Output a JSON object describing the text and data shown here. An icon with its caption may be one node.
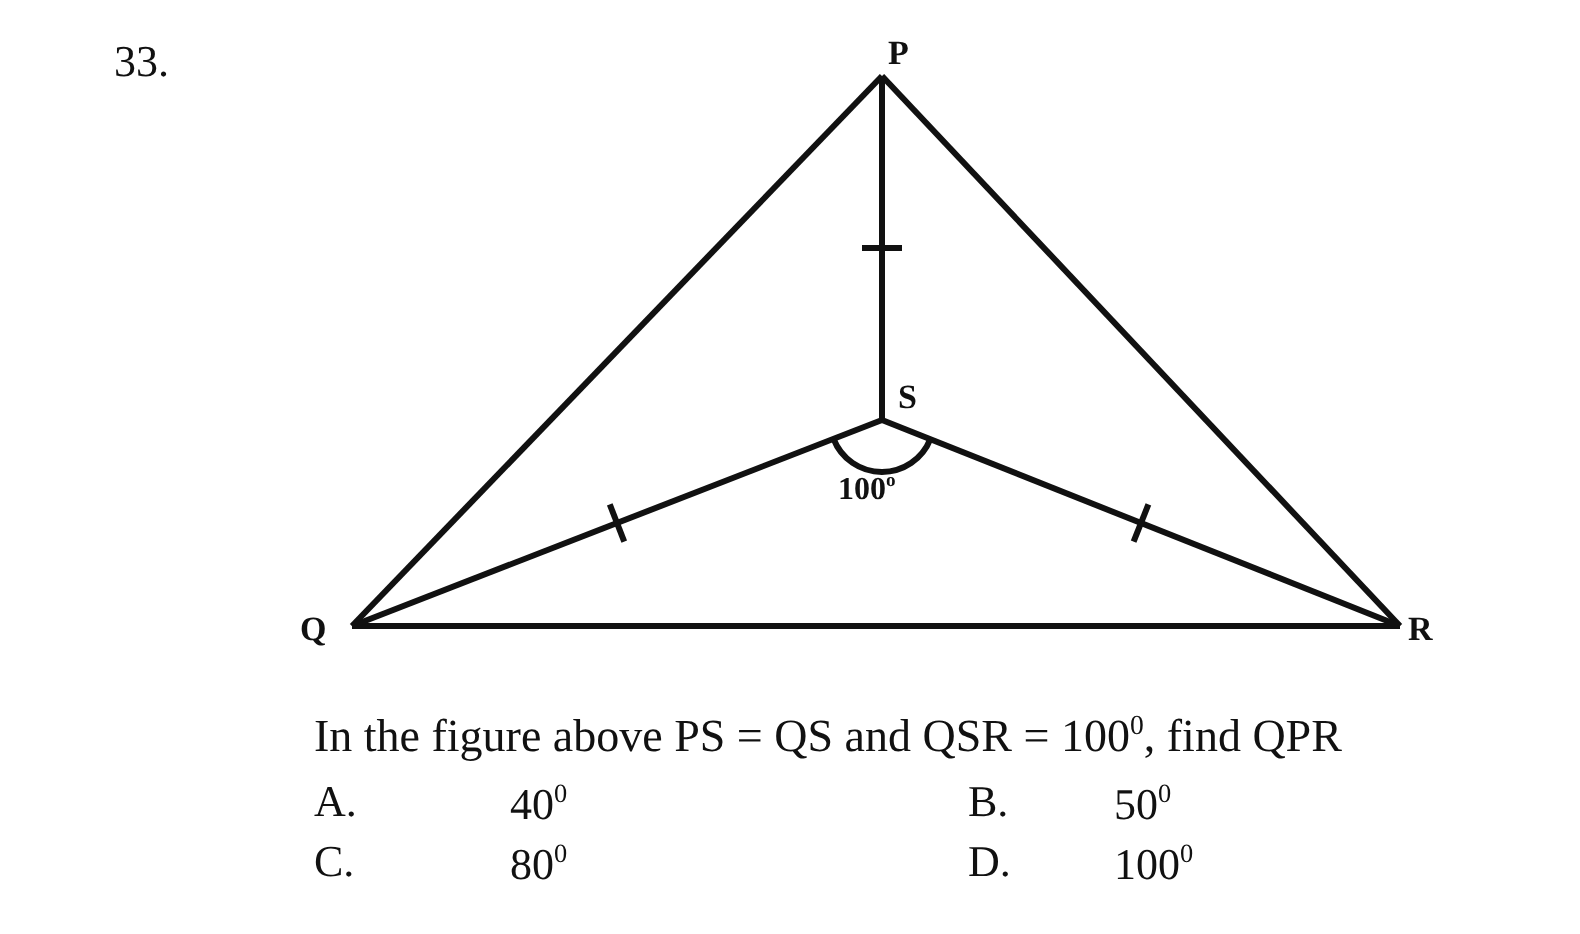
{
  "diagram": {
    "nodes": [
      {
        "text": [
          "P"
        ]
      },
      {
        "text": [
          "S"
        ]
      },
      {
        "text": [
          "Q"
        ]
      },
      {
        "text": [
          "R"
        ]
      }
    ],
    "edges": [
      {
        "from": 0,
        "to": 2,
        "arrow": "none"
      },
      {
        "from": 0,
        "to": 3,
        "arrow": "none"
      },
      {
        "from": 2,
        "to": 3,
        "arrow": "none"
      },
      {
        "from": 0,
        "to": 1,
        "arrow": "none"
      },
      {
        "from": 2,
        "to": 1,
        "arrow": "none"
      },
      {
        "from": 3,
        "to": 1,
        "arrow": "none"
      }
    ],
    "labels": [
      "33.",
      "100$^{o}$",
      "In the figure above PS = QS and QSR = 100$^{0}$, find QPR",
      "A.",
      "40$^{0}$",
      "B.",
      "50$^{0}$",
      "C.",
      "80$^{0}$",
      "D.",
      "100$^{0}$"
    ]
  }
}
